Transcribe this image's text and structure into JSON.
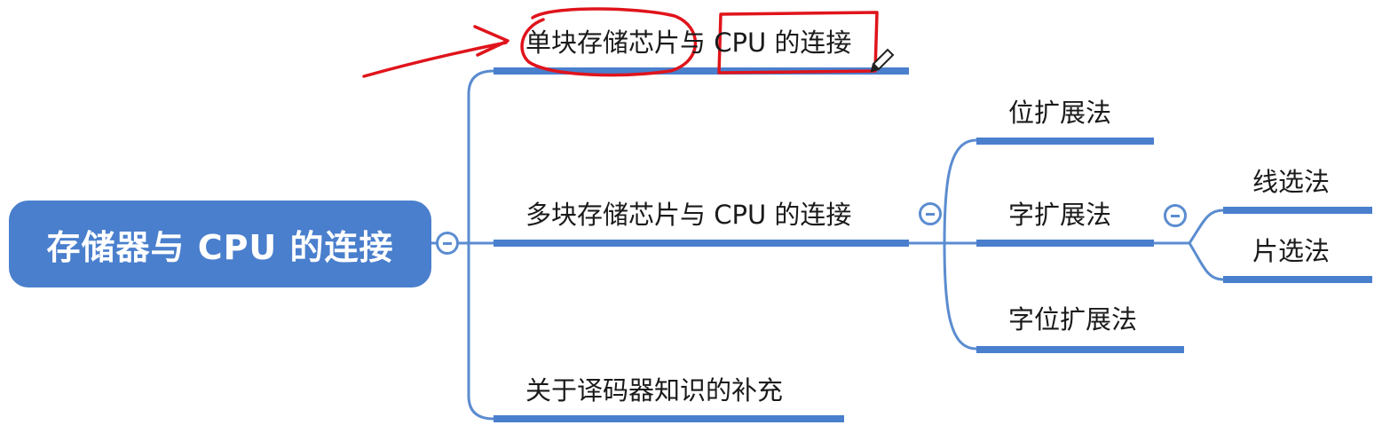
{
  "mindmap": {
    "root": "存储器与 CPU 的连接",
    "branches": [
      {
        "label": "单块存储芯片与 CPU 的连接"
      },
      {
        "label": "多块存储芯片与 CPU 的连接",
        "children": [
          {
            "label": "位扩展法"
          },
          {
            "label": "字扩展法",
            "children": [
              {
                "label": "线选法"
              },
              {
                "label": "片选法"
              }
            ]
          },
          {
            "label": "字位扩展法"
          }
        ]
      },
      {
        "label": "关于译码器知识的补充"
      }
    ]
  },
  "colors": {
    "root_fill": "#4a7fcd",
    "connector": "#5b8cd0",
    "underline": "#4a7fcd",
    "annotation": "#e0141b"
  }
}
